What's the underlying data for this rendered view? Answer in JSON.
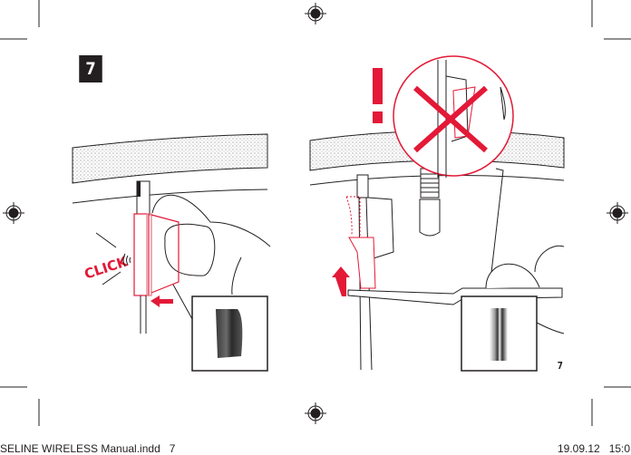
{
  "page": {
    "step_number": "7",
    "page_number": "7",
    "accent_color": "#e31937",
    "ink_color": "#231f20"
  },
  "left_panel": {
    "annotation_text": "CLICK",
    "arrow_direction": "left",
    "inset_photo": "chamfered-sleeve-photo"
  },
  "right_panel": {
    "warning_symbol": "!",
    "crossed_out_detail": "incorrect-mounting",
    "arrow_direction": "up",
    "inset_photo": "straight-sleeve-photo"
  },
  "slug": {
    "file_name": "SELINE WIRELESS Manual.indd   7",
    "timestamp": "19.09.12   15:0"
  }
}
